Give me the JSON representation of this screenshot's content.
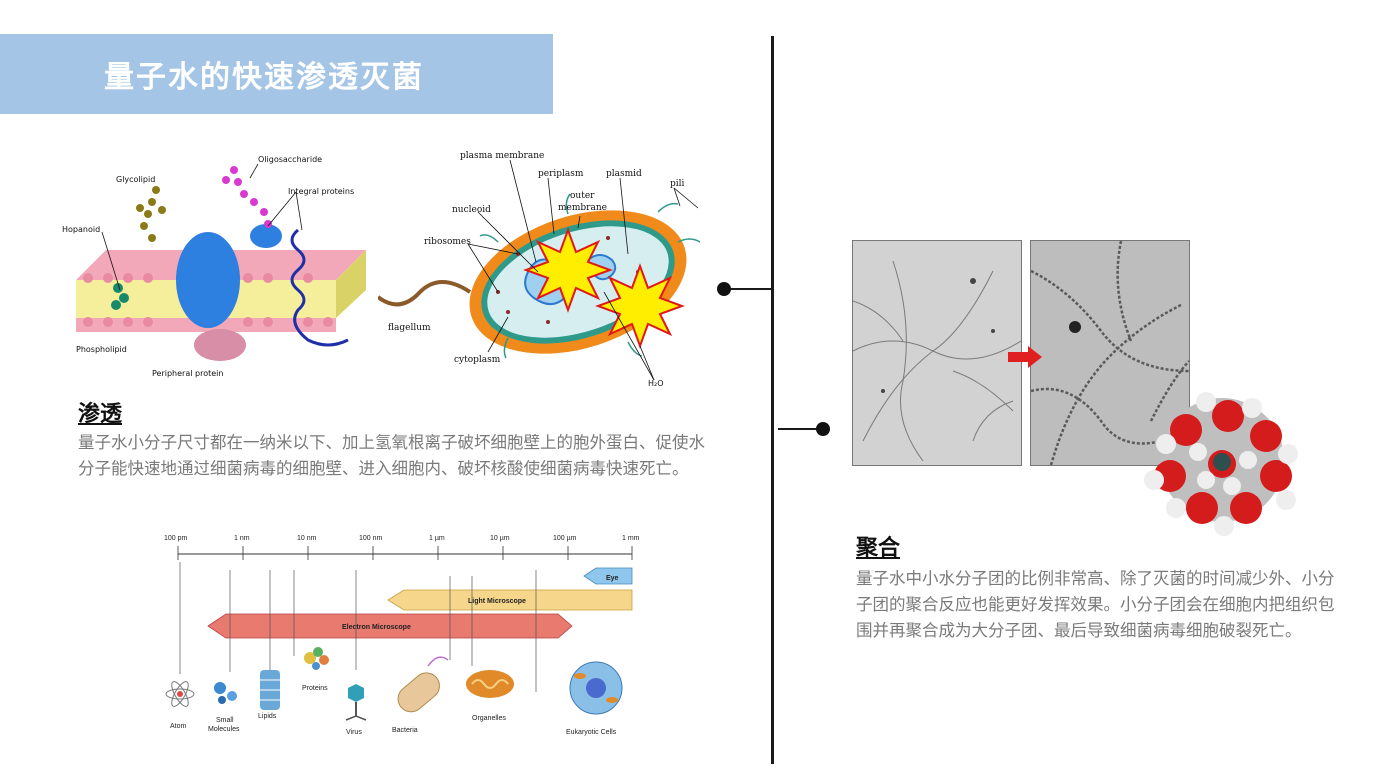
{
  "header": {
    "title": "量子水的快速渗透灭菌"
  },
  "osmosis": {
    "heading": "渗透",
    "body": "量子水小分子尺寸都在一纳米以下、加上氢氧根离子破坏细胞壁上的胞外蛋白、促使水分子能快速地通过细菌病毒的细胞壁、进入细胞内、破坏核酸使细菌病毒快速死亡。"
  },
  "aggregation": {
    "heading": "聚合",
    "body": "量子水中小水分子团的比例非常高、除了灭菌的时间减少外、小分子团的聚合反应也能更好发挥效果。小分子团会在细胞内把组织包围并再聚合成为大分子团、最后导致细菌病毒细胞破裂死亡。"
  },
  "membrane_diagram": {
    "labels": {
      "glycolipid": "Glycolipid",
      "oligosaccharide": "Oligosaccharide",
      "integral_proteins": "Integral proteins",
      "hopanoid": "Hopanoid",
      "phospholipid": "Phospholipid",
      "peripheral_protein": "Peripheral protein"
    }
  },
  "bacterium_diagram": {
    "labels": {
      "plasma_membrane": "plasma membrane",
      "periplasm": "periplasm",
      "plasmid": "plasmid",
      "pili": "pili",
      "outer_membrane_1": "outer",
      "outer_membrane_2": "membrane",
      "nucleoid": "nucleoid",
      "ribosomes": "ribosomes",
      "flagellum": "flagellum",
      "cytoplasm": "cytoplasm",
      "h2o": "H₂O"
    }
  },
  "scale_diagram": {
    "ticks": [
      "100 pm",
      "1 nm",
      "10 nm",
      "100 nm",
      "1 µm",
      "10 µm",
      "100 µm",
      "1 mm"
    ],
    "bars": {
      "eye": "Eye",
      "light_microscope": "Light Microscope",
      "electron_microscope": "Electron Microscope"
    },
    "items": {
      "atom": "Atom",
      "small_molecules_1": "Small",
      "small_molecules_2": "Molecules",
      "lipids": "Lipids",
      "proteins": "Proteins",
      "virus": "Virus",
      "bacteria": "Bacteria",
      "organelles": "Organelles",
      "eukaryotic_cells": "Eukaryotic Cells"
    }
  },
  "colors": {
    "banner": "#a4c5e6",
    "divider": "#1a1a1a",
    "body_text": "#7a7a7a",
    "arrow": "#e02020"
  }
}
